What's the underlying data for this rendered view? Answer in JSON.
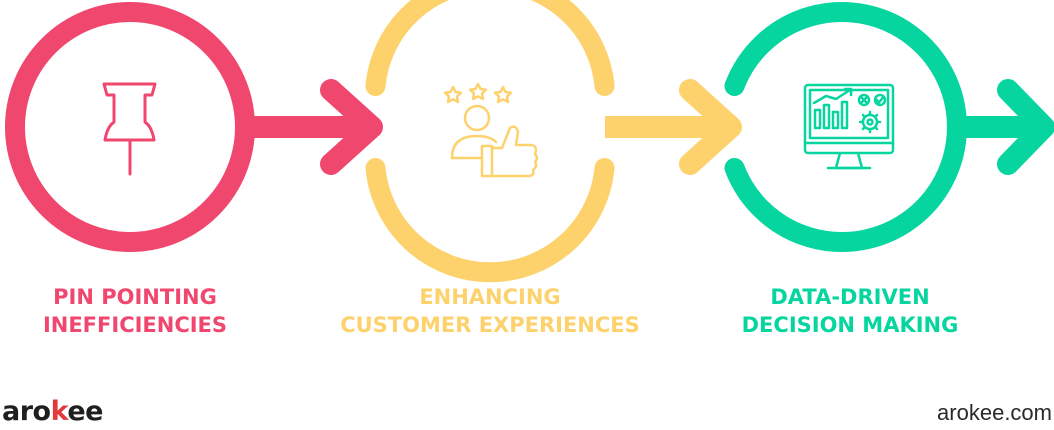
{
  "steps": [
    {
      "title_line1": "PIN POINTING",
      "title_line2": "INEFFICIENCIES",
      "color": "#f0476f",
      "icon": "pushpin-icon"
    },
    {
      "title_line1": "ENHANCING",
      "title_line2": "CUSTOMER EXPERIENCES",
      "color": "#fdd26d",
      "icon": "customer-thumbs-up-icon"
    },
    {
      "title_line1": "DATA-DRIVEN",
      "title_line2": "DECISION MAKING",
      "color": "#07d5a0",
      "icon": "monitor-analytics-icon"
    }
  ],
  "footer": {
    "logo_text_a": "aro",
    "logo_text_k": "k",
    "logo_text_b": "ee",
    "url": "arokee.com"
  }
}
